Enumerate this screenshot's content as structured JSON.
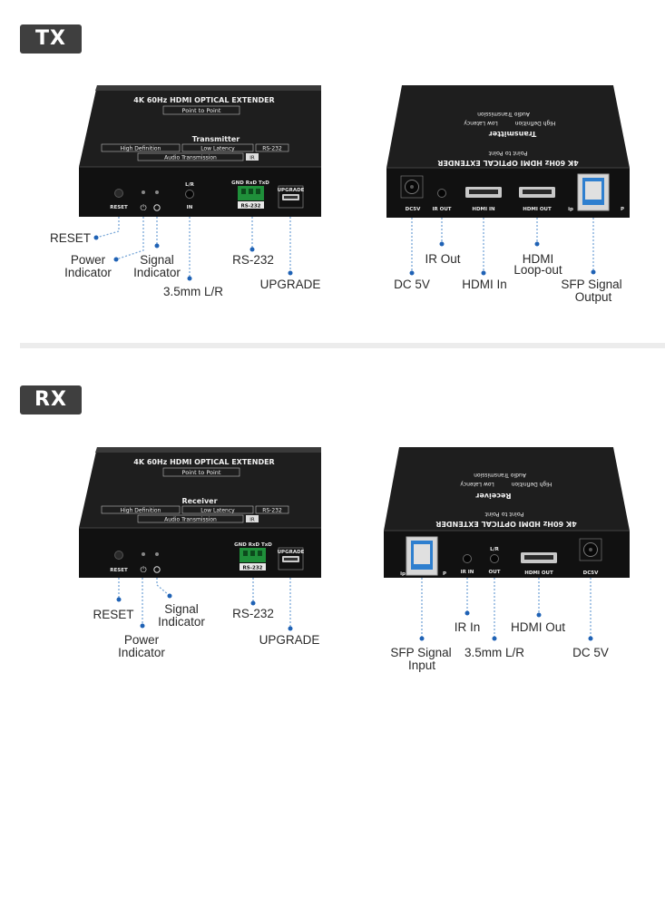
{
  "sections": {
    "tx": {
      "badge": "TX"
    },
    "rx": {
      "badge": "RX"
    }
  },
  "device": {
    "title": "4K 60Hz HDMI OPTICAL EXTENDER",
    "subtitle": "Point to Point",
    "transmitter": "Transmitter",
    "receiver": "Receiver",
    "feature_hd": "High Definition",
    "feature_ll": "Low Latency",
    "feature_rs": "RS-232",
    "feature_audio": "Audio Transmission",
    "feature_ir": "IR"
  },
  "ports": {
    "reset": "RESET",
    "lr": "L/R",
    "in": "IN",
    "gnd_rxd_txd": "GND RxD TxD",
    "rs232": "RS-232",
    "upgrade": "UPGRADE",
    "dc5v": "DC5V",
    "ir_out": "IR OUT",
    "ir_in": "IR IN",
    "out": "OUT",
    "hdmi_in": "HDMI IN",
    "hdmi_out": "HDMI OUT",
    "sfp_left": "ip",
    "sfp_right": "P"
  },
  "tx_labels": {
    "reset": "RESET",
    "power_1": "Power",
    "power_2": "Indicator",
    "signal_1": "Signal",
    "signal_2": "Indicator",
    "audio": "3.5mm L/R",
    "rs232": "RS-232",
    "upgrade": "UPGRADE",
    "dc": "DC 5V",
    "ir_out": "IR Out",
    "hdmi_in": "HDMI In",
    "loop_1": "HDMI",
    "loop_2": "Loop-out",
    "sfp_1": "SFP Signal",
    "sfp_2": "Output"
  },
  "rx_labels": {
    "reset": "RESET",
    "power_1": "Power",
    "power_2": "Indicator",
    "signal_1": "Signal",
    "signal_2": "Indicator",
    "rs232": "RS-232",
    "upgrade": "UPGRADE",
    "sfp_1": "SFP Signal",
    "sfp_2": "Input",
    "ir_in": "IR In",
    "audio": "3.5mm L/R",
    "hdmi_out": "HDMI Out",
    "dc": "DC 5V"
  }
}
